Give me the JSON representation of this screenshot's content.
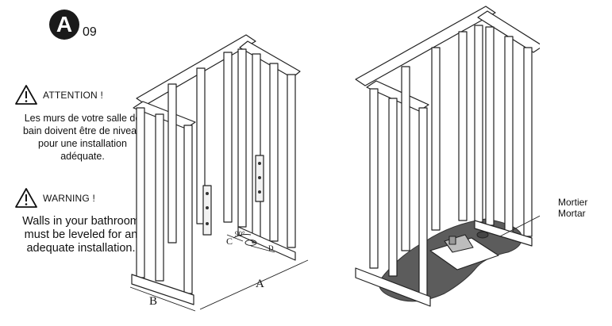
{
  "step": {
    "letter": "A",
    "number": "09"
  },
  "notices": [
    {
      "heading": "ATTENTION !",
      "text": "Les murs de votre salle de bain doivent être de niveau pour une installation adéquate."
    },
    {
      "heading": "WARNING !",
      "text": "Walls in your bathroom must be leveled for an adequate installation."
    }
  ],
  "diagram": {
    "dimension_labels": {
      "a": "A",
      "b": "B",
      "c": "C",
      "d": "D",
      "angle": "90°"
    },
    "mortar_label_fr": "Mortier",
    "mortar_label_en": "Mortar"
  }
}
